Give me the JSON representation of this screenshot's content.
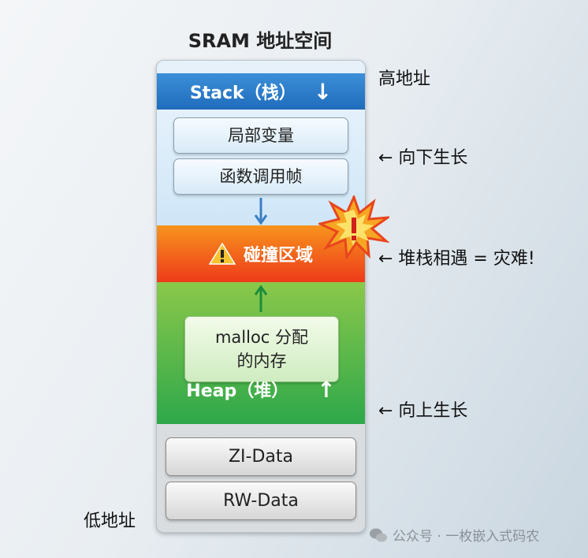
{
  "title": "SRAM 地址空间",
  "stack": {
    "label": "Stack（栈）",
    "arrow": "↓",
    "items": [
      "局部变量",
      "函数调用帧"
    ],
    "color": "#1f6cbc"
  },
  "collision": {
    "label": "碰撞区域",
    "warning_icon": "warning-triangle-icon",
    "burst_icon": "explosion-icon",
    "color": "#ee3a1a"
  },
  "heap": {
    "label": "Heap（堆）",
    "arrow": "↑",
    "item": "malloc 分配\n的内存",
    "color": "#2ea84a"
  },
  "data_sections": [
    "ZI-Data",
    "RW-Data"
  ],
  "annotations": {
    "high": "高地址",
    "low": "低地址",
    "down": "← 向下生长",
    "collide": "← 堆栈相遇 = 灾难!",
    "up": "← 向上生长"
  },
  "watermark": "公众号 · 一枚嵌入式码农"
}
